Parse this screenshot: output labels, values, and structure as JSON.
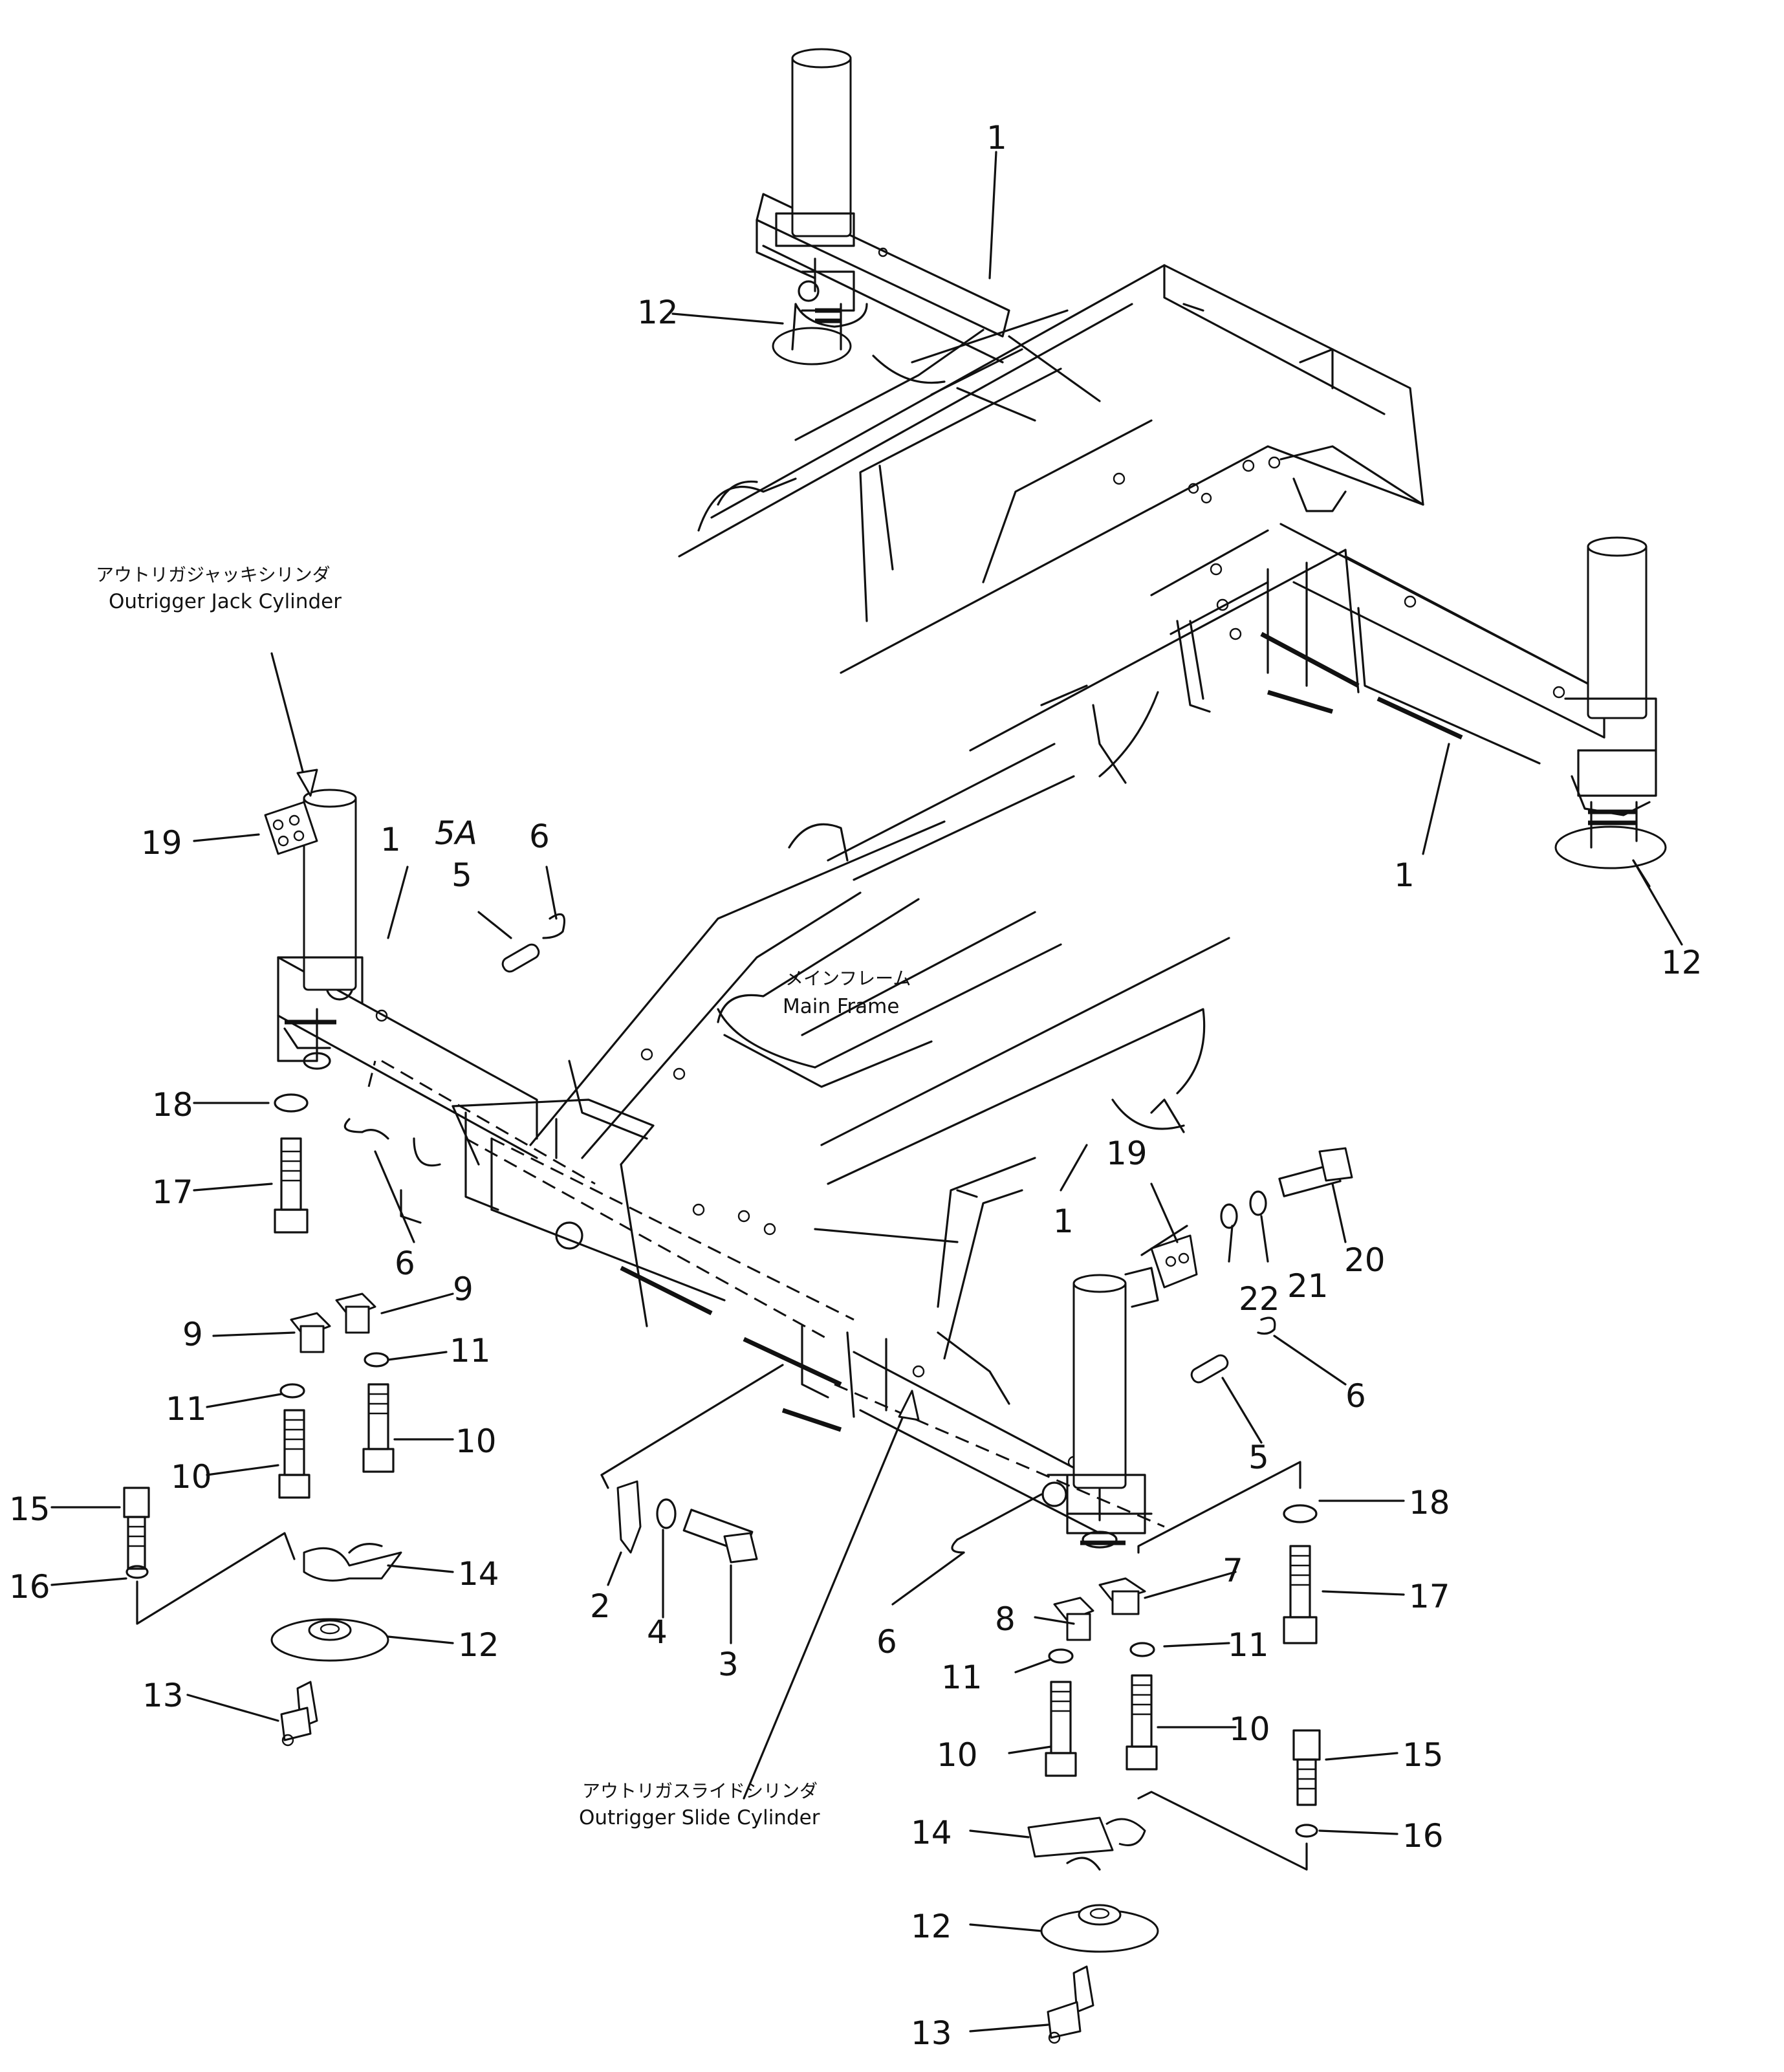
{
  "labels": {
    "jack_cylinder_jp": "アウトリガジャッキシリンダ",
    "jack_cylinder_en": "Outrigger Jack Cylinder",
    "main_frame_jp": "メインフレーム",
    "main_frame_en": "Main Frame",
    "slide_cylinder_jp": "アウトリガスライドシリンダ",
    "slide_cylinder_en": "Outrigger Slide Cylinder",
    "handwritten_note": "5A"
  },
  "callouts": {
    "c1a": "1",
    "c1b": "1",
    "c1c": "1",
    "c1d": "1",
    "c2": "2",
    "c3": "3",
    "c4": "4",
    "c5a": "5",
    "c5b": "5",
    "c6a": "6",
    "c6b": "6",
    "c6c": "6",
    "c6d": "6",
    "c7": "7",
    "c8": "8",
    "c9a": "9",
    "c9b": "9",
    "c10a": "10",
    "c10b": "10",
    "c10c": "10",
    "c10d": "10",
    "c11a": "11",
    "c11b": "11",
    "c11c": "11",
    "c11d": "11",
    "c12a": "12",
    "c12b": "12",
    "c12c": "12",
    "c12d": "12",
    "c13a": "13",
    "c13b": "13",
    "c14a": "14",
    "c14b": "14",
    "c15a": "15",
    "c15b": "15",
    "c16a": "16",
    "c16b": "16",
    "c17a": "17",
    "c17b": "17",
    "c18a": "18",
    "c18b": "18",
    "c19a": "19",
    "c19b": "19",
    "c20": "20",
    "c21": "21",
    "c22": "22"
  }
}
